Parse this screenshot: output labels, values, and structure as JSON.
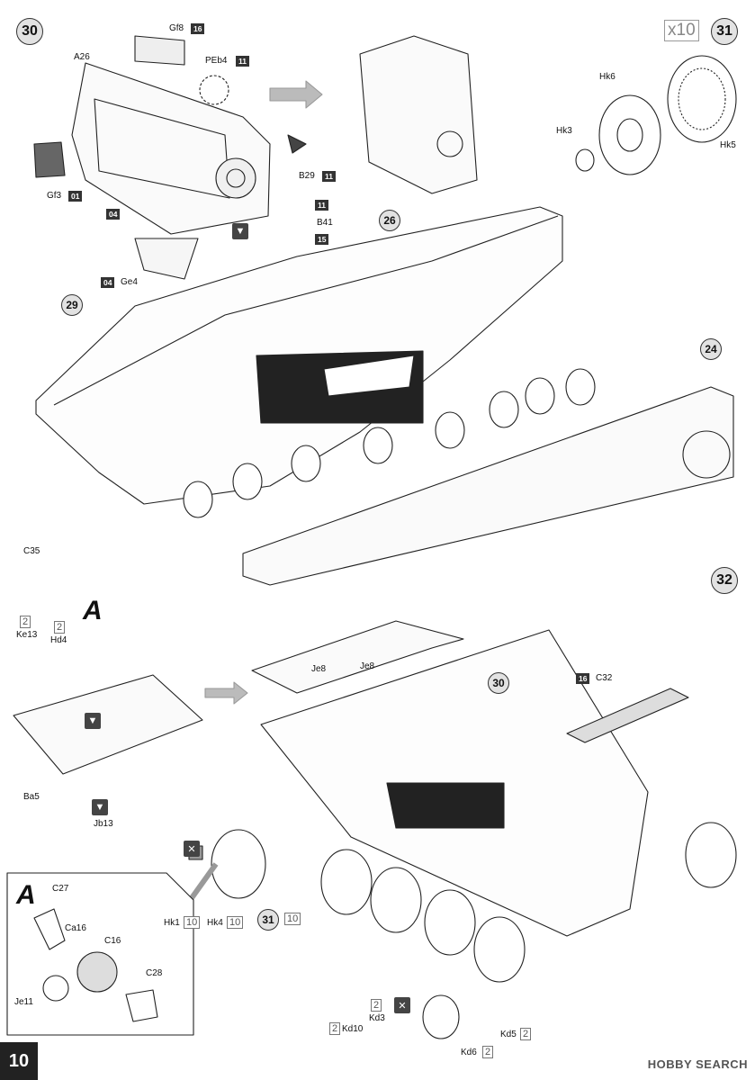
{
  "steps": {
    "s30": "30",
    "s31": "31",
    "s32": "32"
  },
  "refs": {
    "r29": "29",
    "r26": "26",
    "r24": "24",
    "r30": "30",
    "r31": "31"
  },
  "step31_multiplier": "x10",
  "labels": {
    "A26": "A26",
    "Gf8": "Gf8",
    "Gf8_code": "16",
    "PEb4": "PEb4",
    "PEb4_code": "11",
    "Gf3": "Gf3",
    "Gf3_code": "01",
    "code_04": "04",
    "Ge4": "Ge4",
    "Ge4_code": "04",
    "B29": "B29",
    "B29_code": "11",
    "B41": "B41",
    "B41_code_top": "11",
    "B41_code_bot": "15",
    "Hk6": "Hk6",
    "Hk3": "Hk3",
    "Hk5": "Hk5",
    "C35": "C35",
    "Ke13": "Ke13",
    "Ke13_qty": "2",
    "Hd4": "Hd4",
    "Hd4_qty": "2",
    "A": "A",
    "Ba5": "Ba5",
    "Jb13": "Jb13",
    "Je8a": "Je8",
    "Je8b": "Je8",
    "C32": "C32",
    "C32_code": "16",
    "Hk1": "Hk1",
    "Hk1_qty": "10",
    "Hk4": "Hk4",
    "Hk4_qty": "10",
    "s31_qty": "10",
    "C27": "C27",
    "Ca16": "Ca16",
    "C16": "C16",
    "Je11": "Je11",
    "C28": "C28",
    "Kd3": "Kd3",
    "Kd3_qty": "2",
    "Kd10": "Kd10",
    "Kd10_qty": "2",
    "Kd5": "Kd5",
    "Kd5_qty": "2",
    "Kd6": "Kd6",
    "Kd6_qty": "2"
  },
  "page_number": "10",
  "watermark": "HOBBY SEARCH"
}
